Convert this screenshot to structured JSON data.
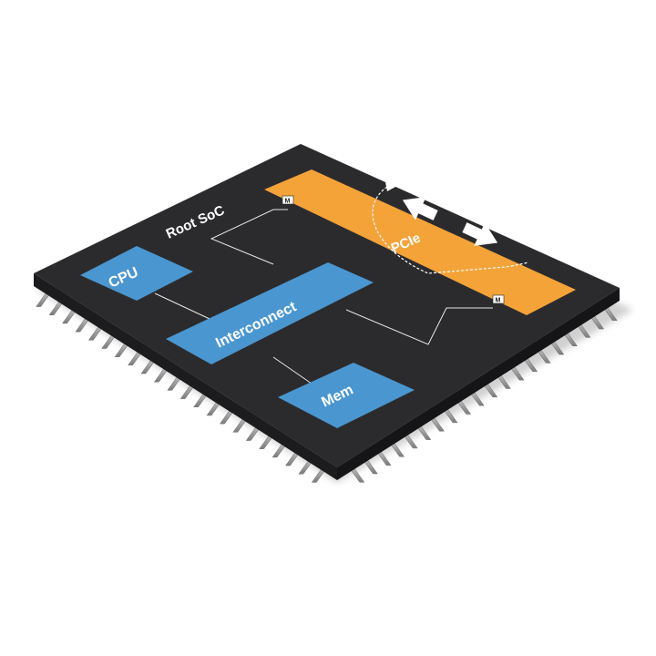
{
  "chip": {
    "label": "Root SoC",
    "body_color": "#2b2b2d",
    "pin_color": "#9a9a9a"
  },
  "blocks": {
    "cpu": {
      "label": "CPU",
      "color": "#4a96d0"
    },
    "interconnect": {
      "label": "Interconnect",
      "color": "#4a96d0"
    },
    "mem": {
      "label": "Mem",
      "color": "#4a96d0"
    },
    "pcie": {
      "label": "PCIe",
      "color": "#f4a339"
    }
  },
  "ports": {
    "pcie_top_marker": "M",
    "pcie_bottom_marker": "M"
  },
  "icons": [
    "arrow-in-icon",
    "arrow-out-icon",
    "circular-arrow-icon"
  ]
}
